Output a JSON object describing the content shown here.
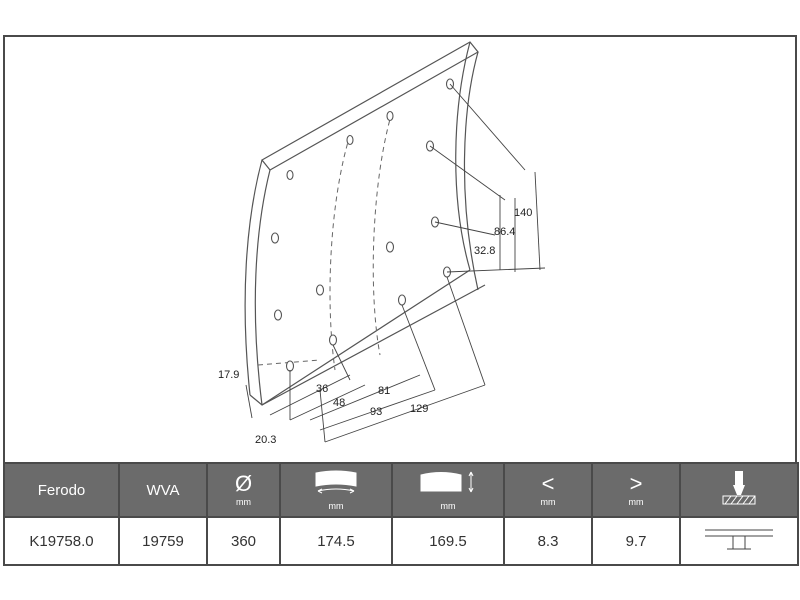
{
  "dimensions": [
    "17.9",
    "20.3",
    "36",
    "48",
    "81",
    "93",
    "129",
    "32.8",
    "86.4",
    "140"
  ],
  "table": {
    "headers": {
      "col1": "Ferodo",
      "col2": "WVA",
      "diameter_symbol": "Ø",
      "diameter_unit": "mm",
      "width_unit": "mm",
      "length_unit": "mm",
      "min_symbol": "<",
      "min_unit": "mm",
      "max_symbol": ">",
      "max_unit": "mm"
    },
    "values": {
      "ferodo": "K19758.0",
      "wva": "19759",
      "diameter": "360",
      "width": "174.5",
      "length": "169.5",
      "min": "8.3",
      "max": "9.7"
    }
  },
  "icons": [
    "lining-width-icon",
    "lining-length-icon",
    "rivet-drill-icon",
    "rivet-profile-icon"
  ]
}
